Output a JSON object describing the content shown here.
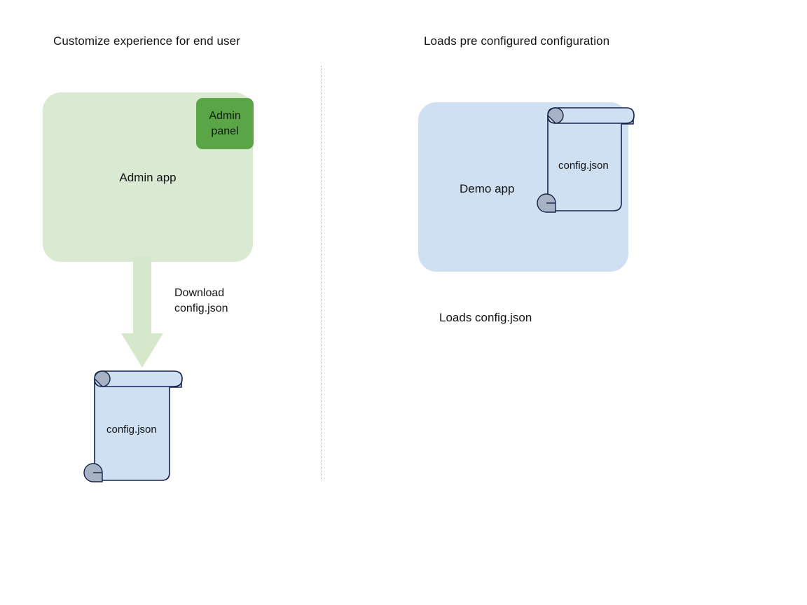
{
  "diagram": {
    "background_color": "#ffffff",
    "divider": {
      "style": "dotted",
      "color": "#b9b9b9"
    },
    "columns": [
      {
        "id": "left",
        "title": "Customize experience for end user",
        "app": {
          "label": "Admin app",
          "fill_color": "#d9e9d2",
          "chip": {
            "label": "Admin panel",
            "fill_color": "#5aa546"
          }
        },
        "arrow": {
          "label_line1": "Download",
          "label_line2": "config.json",
          "color": "#d6e8cc"
        },
        "artifact": {
          "label": "config.json",
          "fill_color": "#cfe0f3",
          "stroke_color": "#16224a"
        }
      },
      {
        "id": "right",
        "title": "Loads pre configured configuration",
        "app": {
          "label": "Demo app",
          "fill_color": "#cfe0f3"
        },
        "artifact": {
          "label": "config.json",
          "fill_color": "#cfe0f3",
          "stroke_color": "#16224a"
        },
        "caption": "Loads config.json"
      }
    ]
  }
}
